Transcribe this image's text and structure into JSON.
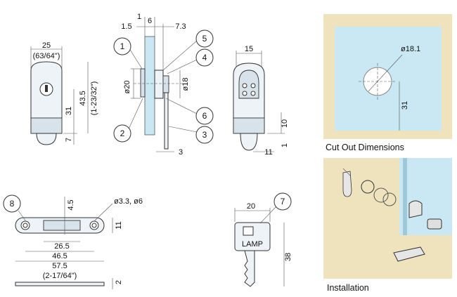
{
  "front_view": {
    "width": "25",
    "width_inch": "(63/64\")",
    "height_a": "31",
    "height_b": "43.5",
    "height_b_inch": "(1-23/32\")",
    "bottom": "7"
  },
  "side_view": {
    "d1": "1",
    "d2": "1.5",
    "d3": "6",
    "d4": "7.3",
    "dia20": "ø20",
    "dia18": "ø18",
    "d5": "3"
  },
  "end_view": {
    "width": "15",
    "height": "10",
    "small": "1",
    "bottom": "11"
  },
  "strike_plate": {
    "hole_label": "ø3.3, ø6",
    "h": "4.5",
    "d1": "26.5",
    "d2": "46.5",
    "d3": "57.5",
    "d3_inch": "(2-17/64\")",
    "height": "11",
    "thick": "2"
  },
  "key": {
    "width": "20",
    "length": "38",
    "brand": "LAMP"
  },
  "callouts": [
    "1",
    "2",
    "3",
    "4",
    "5",
    "6",
    "7",
    "8"
  ],
  "cutout": {
    "caption": "Cut Out Dimensions",
    "diameter": "ø18.1",
    "offset": "31"
  },
  "installation": {
    "caption": "Installation"
  }
}
